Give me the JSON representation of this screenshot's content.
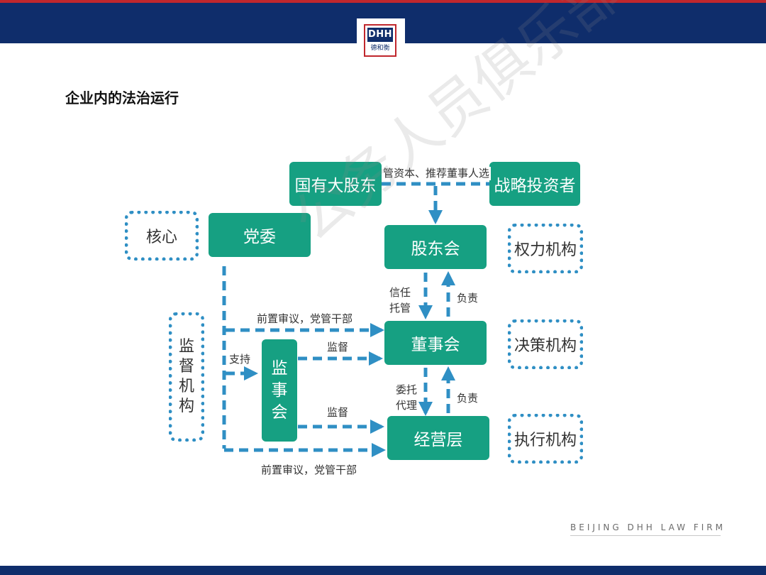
{
  "header": {
    "logo_text": "DHH",
    "logo_subtext": "德和衡"
  },
  "page_title": "企业内的法治运行",
  "footer": {
    "firm_name": "BEIJING DHH LAW FIRM"
  },
  "watermark": "公务人员俱乐部",
  "diagram": {
    "nodes": {
      "state_shareholder": "国有大股东",
      "strategic_investor": "战略投资者",
      "party_committee": "党委",
      "shareholders_meeting": "股东会",
      "board": "董事会",
      "supervisory_board": [
        "监",
        "事",
        "会"
      ],
      "management": "经营层"
    },
    "categories": {
      "core": "核心",
      "power": "权力机构",
      "decision": "决策机构",
      "execution": "执行机构",
      "supervision": [
        "监",
        "督",
        "机",
        "构"
      ]
    },
    "edge_labels": {
      "capital": "管资本、推荐董事人选",
      "trust_1": "信任",
      "trust_2": "托管",
      "responsible_1": "负责",
      "review_top": "前置审议，党管干部",
      "support": "支持",
      "supervise_1": "监督",
      "delegate_1": "委托",
      "delegate_2": "代理",
      "responsible_2": "负责",
      "supervise_2": "监督",
      "review_bottom": "前置审议，党管干部"
    }
  }
}
